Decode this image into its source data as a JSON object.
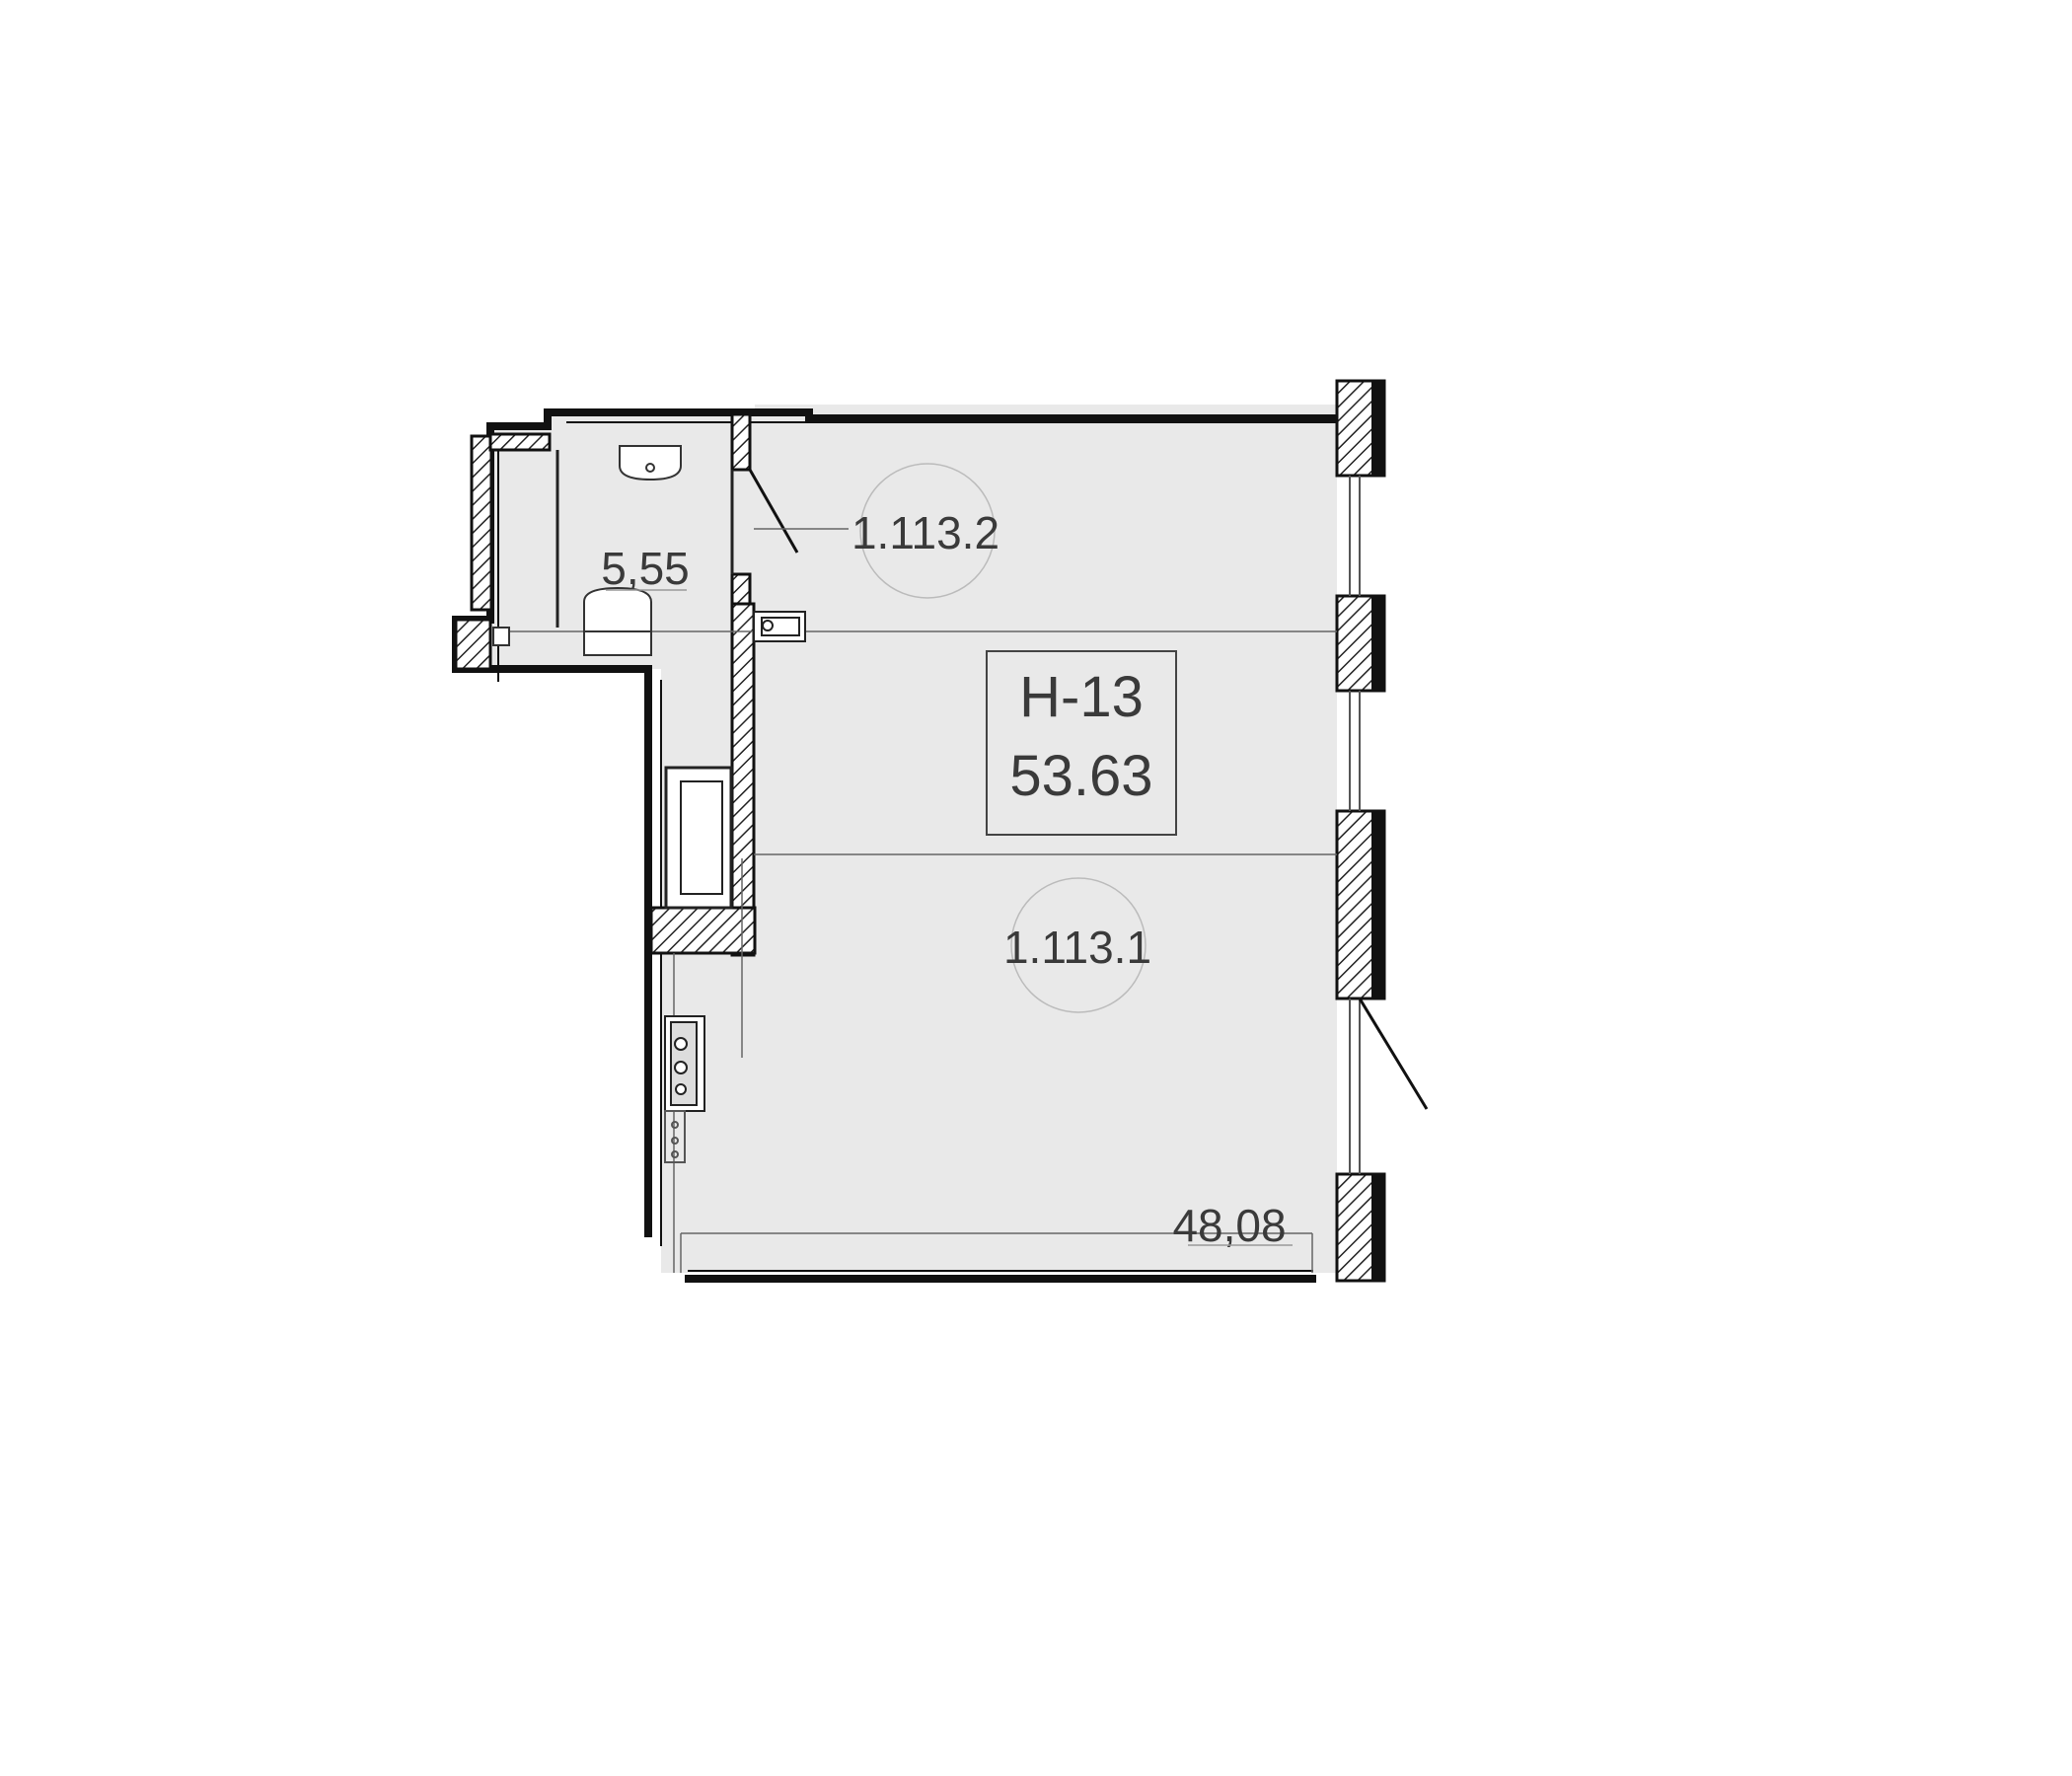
{
  "unit": {
    "code": "Н-13",
    "total_area": "53.63"
  },
  "rooms": [
    {
      "id": "1.113.2",
      "area": "5,55"
    },
    {
      "id": "1.113.1",
      "area": "48,08"
    }
  ],
  "colors": {
    "floor": "#e9e9e9",
    "wall": "#111111",
    "line": "#555555",
    "hatch": "#222222",
    "background": "#ffffff"
  }
}
